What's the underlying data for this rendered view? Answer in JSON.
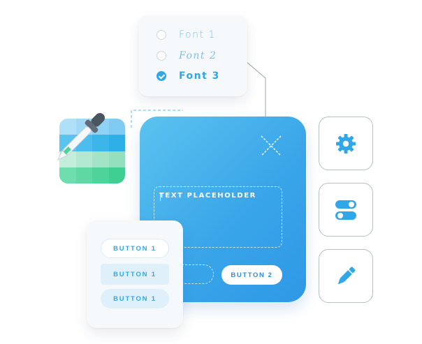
{
  "font_picker": {
    "options": [
      {
        "label": "Font 1",
        "checked": false
      },
      {
        "label": "Font 2",
        "checked": false
      },
      {
        "label": "Font 3",
        "checked": true
      }
    ]
  },
  "canvas": {
    "text_placeholder": "TEXT PLACEHOLDER",
    "button_2_label": "BUTTON 2"
  },
  "buttons_card": {
    "outline_label": "BUTTON 1",
    "filled_label": "BUTTON 1",
    "soft_label": "BUTTON 1"
  },
  "swatch_colors": [
    [
      "#aee0f8",
      "#9fd9f6",
      "#8fd2f4",
      "#7fcbf2"
    ],
    [
      "#5cc3ef",
      "#4cbdec",
      "#3cb6e9",
      "#2eafe6"
    ],
    [
      "#c3eedb",
      "#b3e9d2",
      "#a3e4c9",
      "#93dfc0"
    ],
    [
      "#6fddad",
      "#5fd8a4",
      "#4fd39b",
      "#40cf93"
    ]
  ],
  "tools": [
    {
      "icon": "gear-icon"
    },
    {
      "icon": "toggle-switches-icon"
    },
    {
      "icon": "pencil-icon"
    }
  ],
  "colors": {
    "accent": "#2fa7e8",
    "panel_start": "#5cc3ef",
    "panel_end": "#2e98e6"
  }
}
